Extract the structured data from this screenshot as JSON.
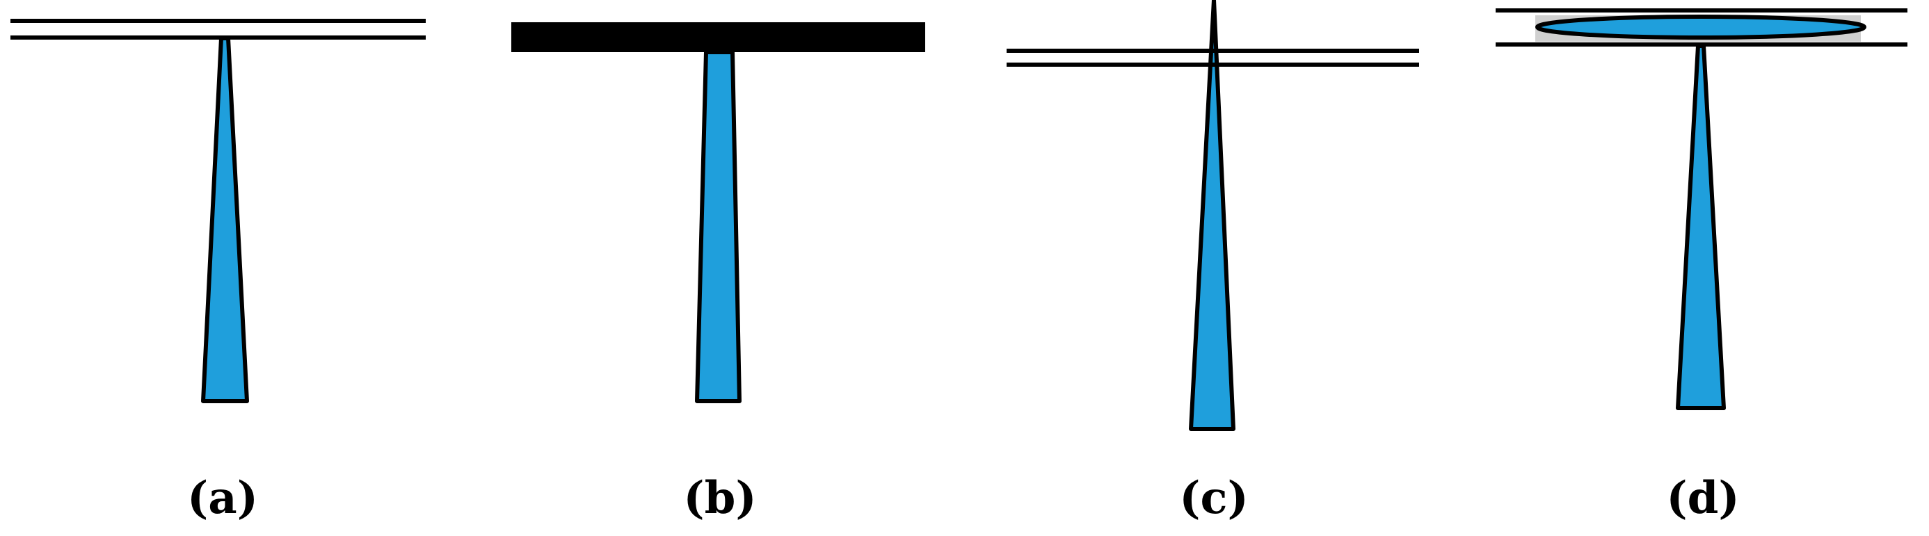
{
  "colors": {
    "taper_fill": "#1f9fdc",
    "outline": "#000000",
    "substrate_fill": "#000000",
    "shadow": "#d0d0d0",
    "background": "#ffffff"
  },
  "panels": [
    {
      "id": "a",
      "caption": "(a)"
    },
    {
      "id": "b",
      "caption": "(b)"
    },
    {
      "id": "c",
      "caption": "(c)"
    },
    {
      "id": "d",
      "caption": "(d)"
    }
  ]
}
